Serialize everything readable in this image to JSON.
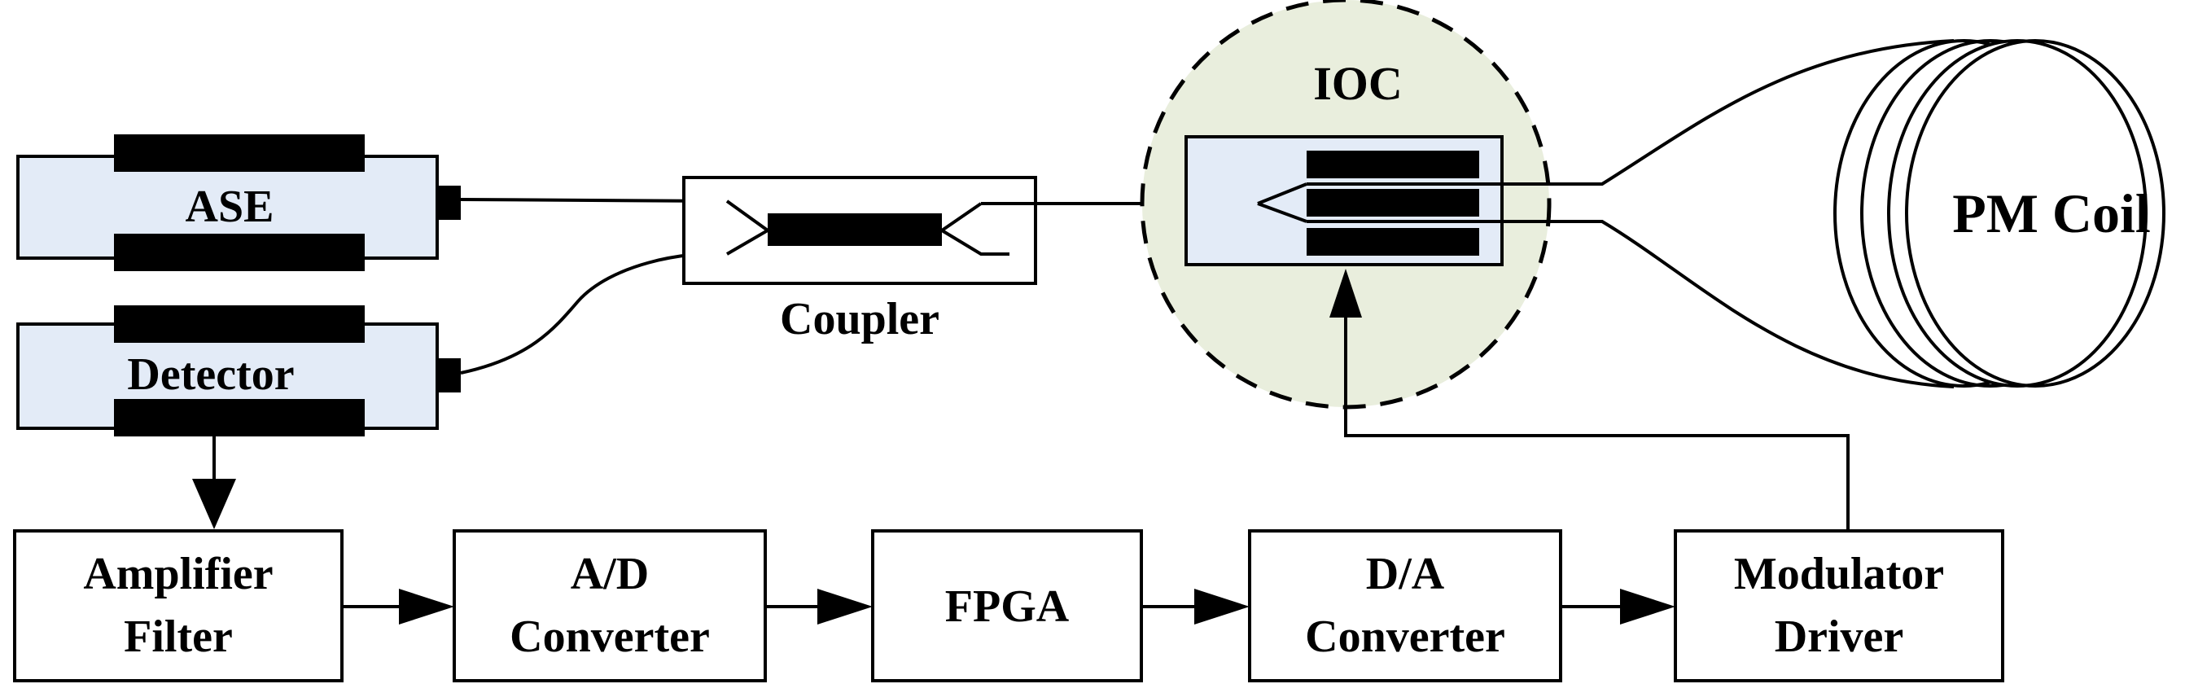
{
  "sources": {
    "ase_label": "ASE",
    "detector_label": "Detector"
  },
  "coupler": {
    "label": "Coupler"
  },
  "ioc": {
    "label": "IOC"
  },
  "coil": {
    "label": "PM Coil"
  },
  "chain": [
    {
      "id": "amplifier-filter",
      "lines": [
        "Amplifier",
        "Filter"
      ]
    },
    {
      "id": "ad-converter",
      "lines": [
        "A/D",
        "Converter"
      ]
    },
    {
      "id": "fpga",
      "lines": [
        "FPGA"
      ]
    },
    {
      "id": "da-converter",
      "lines": [
        "D/A",
        "Converter"
      ]
    },
    {
      "id": "modulator-driver",
      "lines": [
        "Modulator",
        "Driver"
      ]
    }
  ],
  "colors": {
    "light_blue_fill": "#e3ebf7",
    "ioc_circle_fill": "#e9eedd",
    "stroke": "#000000"
  }
}
